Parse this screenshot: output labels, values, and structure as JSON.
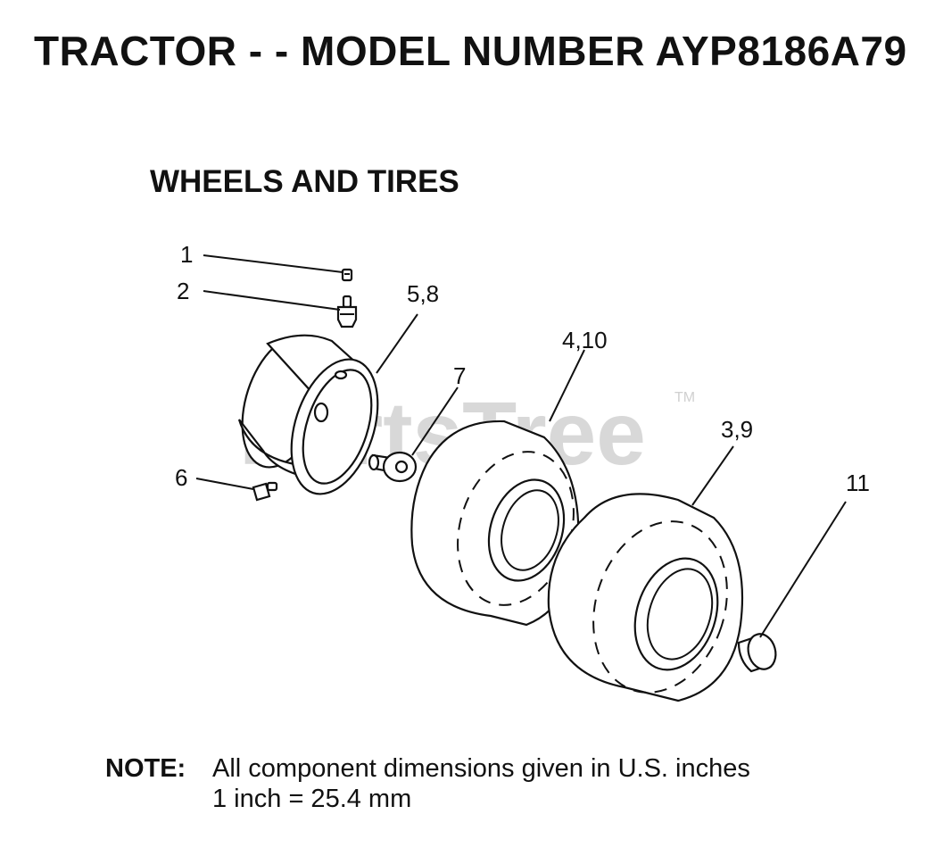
{
  "header": {
    "title": "TRACTOR - - MODEL NUMBER AYP8186A79",
    "subtitle": "WHEELS AND TIRES"
  },
  "watermark": {
    "text": "PartsTree",
    "tm": "TM"
  },
  "callouts": {
    "c1": "1",
    "c2": "2",
    "c58": "5,8",
    "c410": "4,10",
    "c7": "7",
    "c39": "3,9",
    "c6": "6",
    "c11": "11"
  },
  "note": {
    "label": "NOTE:",
    "line1": "All component dimensions given in U.S. inches",
    "line2": "1 inch = 25.4 mm"
  }
}
